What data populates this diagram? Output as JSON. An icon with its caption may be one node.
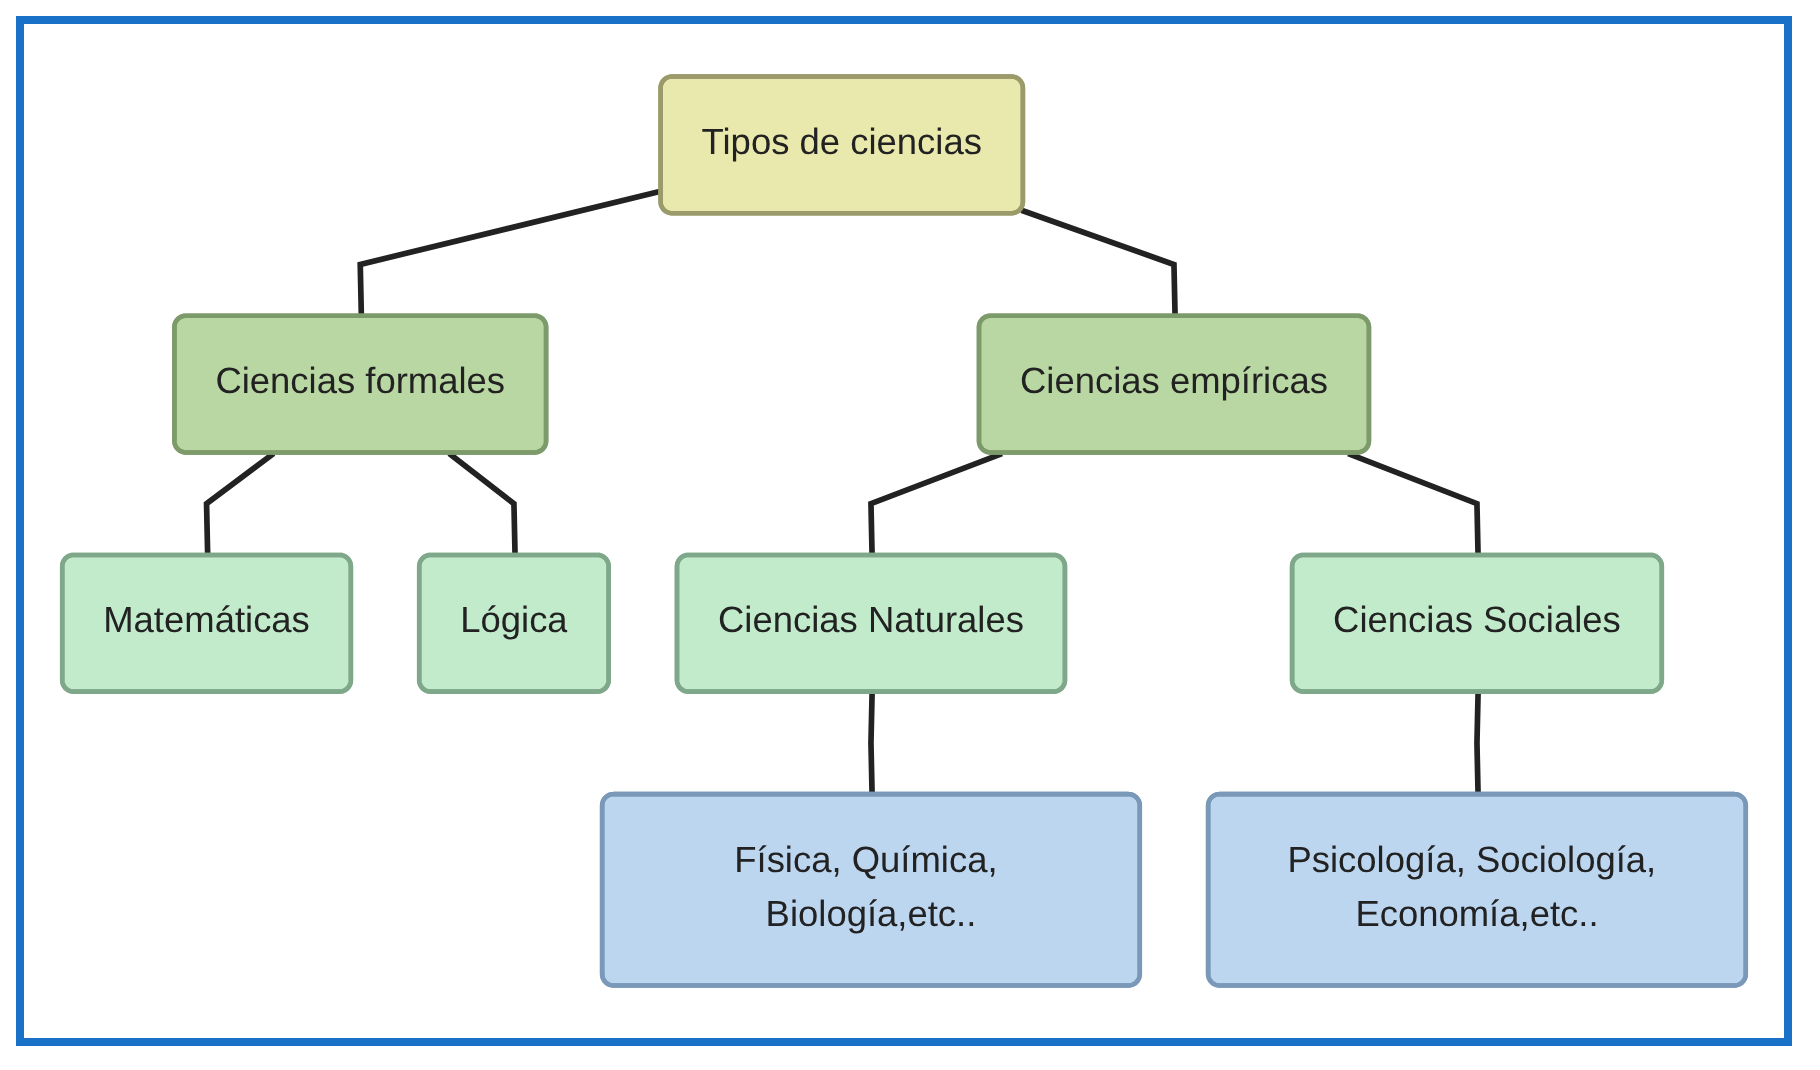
{
  "diagram": {
    "nodes": [
      {
        "text": [
          "Tipos de ciencias"
        ]
      },
      {
        "text": [
          "Ciencias formales"
        ]
      },
      {
        "text": [
          "Ciencias empíricas"
        ]
      },
      {
        "text": [
          "Matemáticas"
        ]
      },
      {
        "text": [
          "Lógica"
        ]
      },
      {
        "text": [
          "Ciencias Naturales"
        ]
      },
      {
        "text": [
          "Ciencias Sociales"
        ]
      },
      {
        "text": [
          "Física, Química, Biología,etc.."
        ]
      },
      {
        "text": [
          "Psicología, Sociología, Economía,etc.."
        ]
      }
    ],
    "edges": [
      {
        "from": 0,
        "to": 1,
        "arrow": "none"
      },
      {
        "from": 0,
        "to": 2,
        "arrow": "none"
      },
      {
        "from": 1,
        "to": 3,
        "arrow": "none"
      },
      {
        "from": 1,
        "to": 4,
        "arrow": "none"
      },
      {
        "from": 2,
        "to": 5,
        "arrow": "none"
      },
      {
        "from": 2,
        "to": 6,
        "arrow": "none"
      },
      {
        "from": 5,
        "to": 7,
        "arrow": "none"
      },
      {
        "from": 6,
        "to": 8,
        "arrow": "none"
      }
    ]
  }
}
